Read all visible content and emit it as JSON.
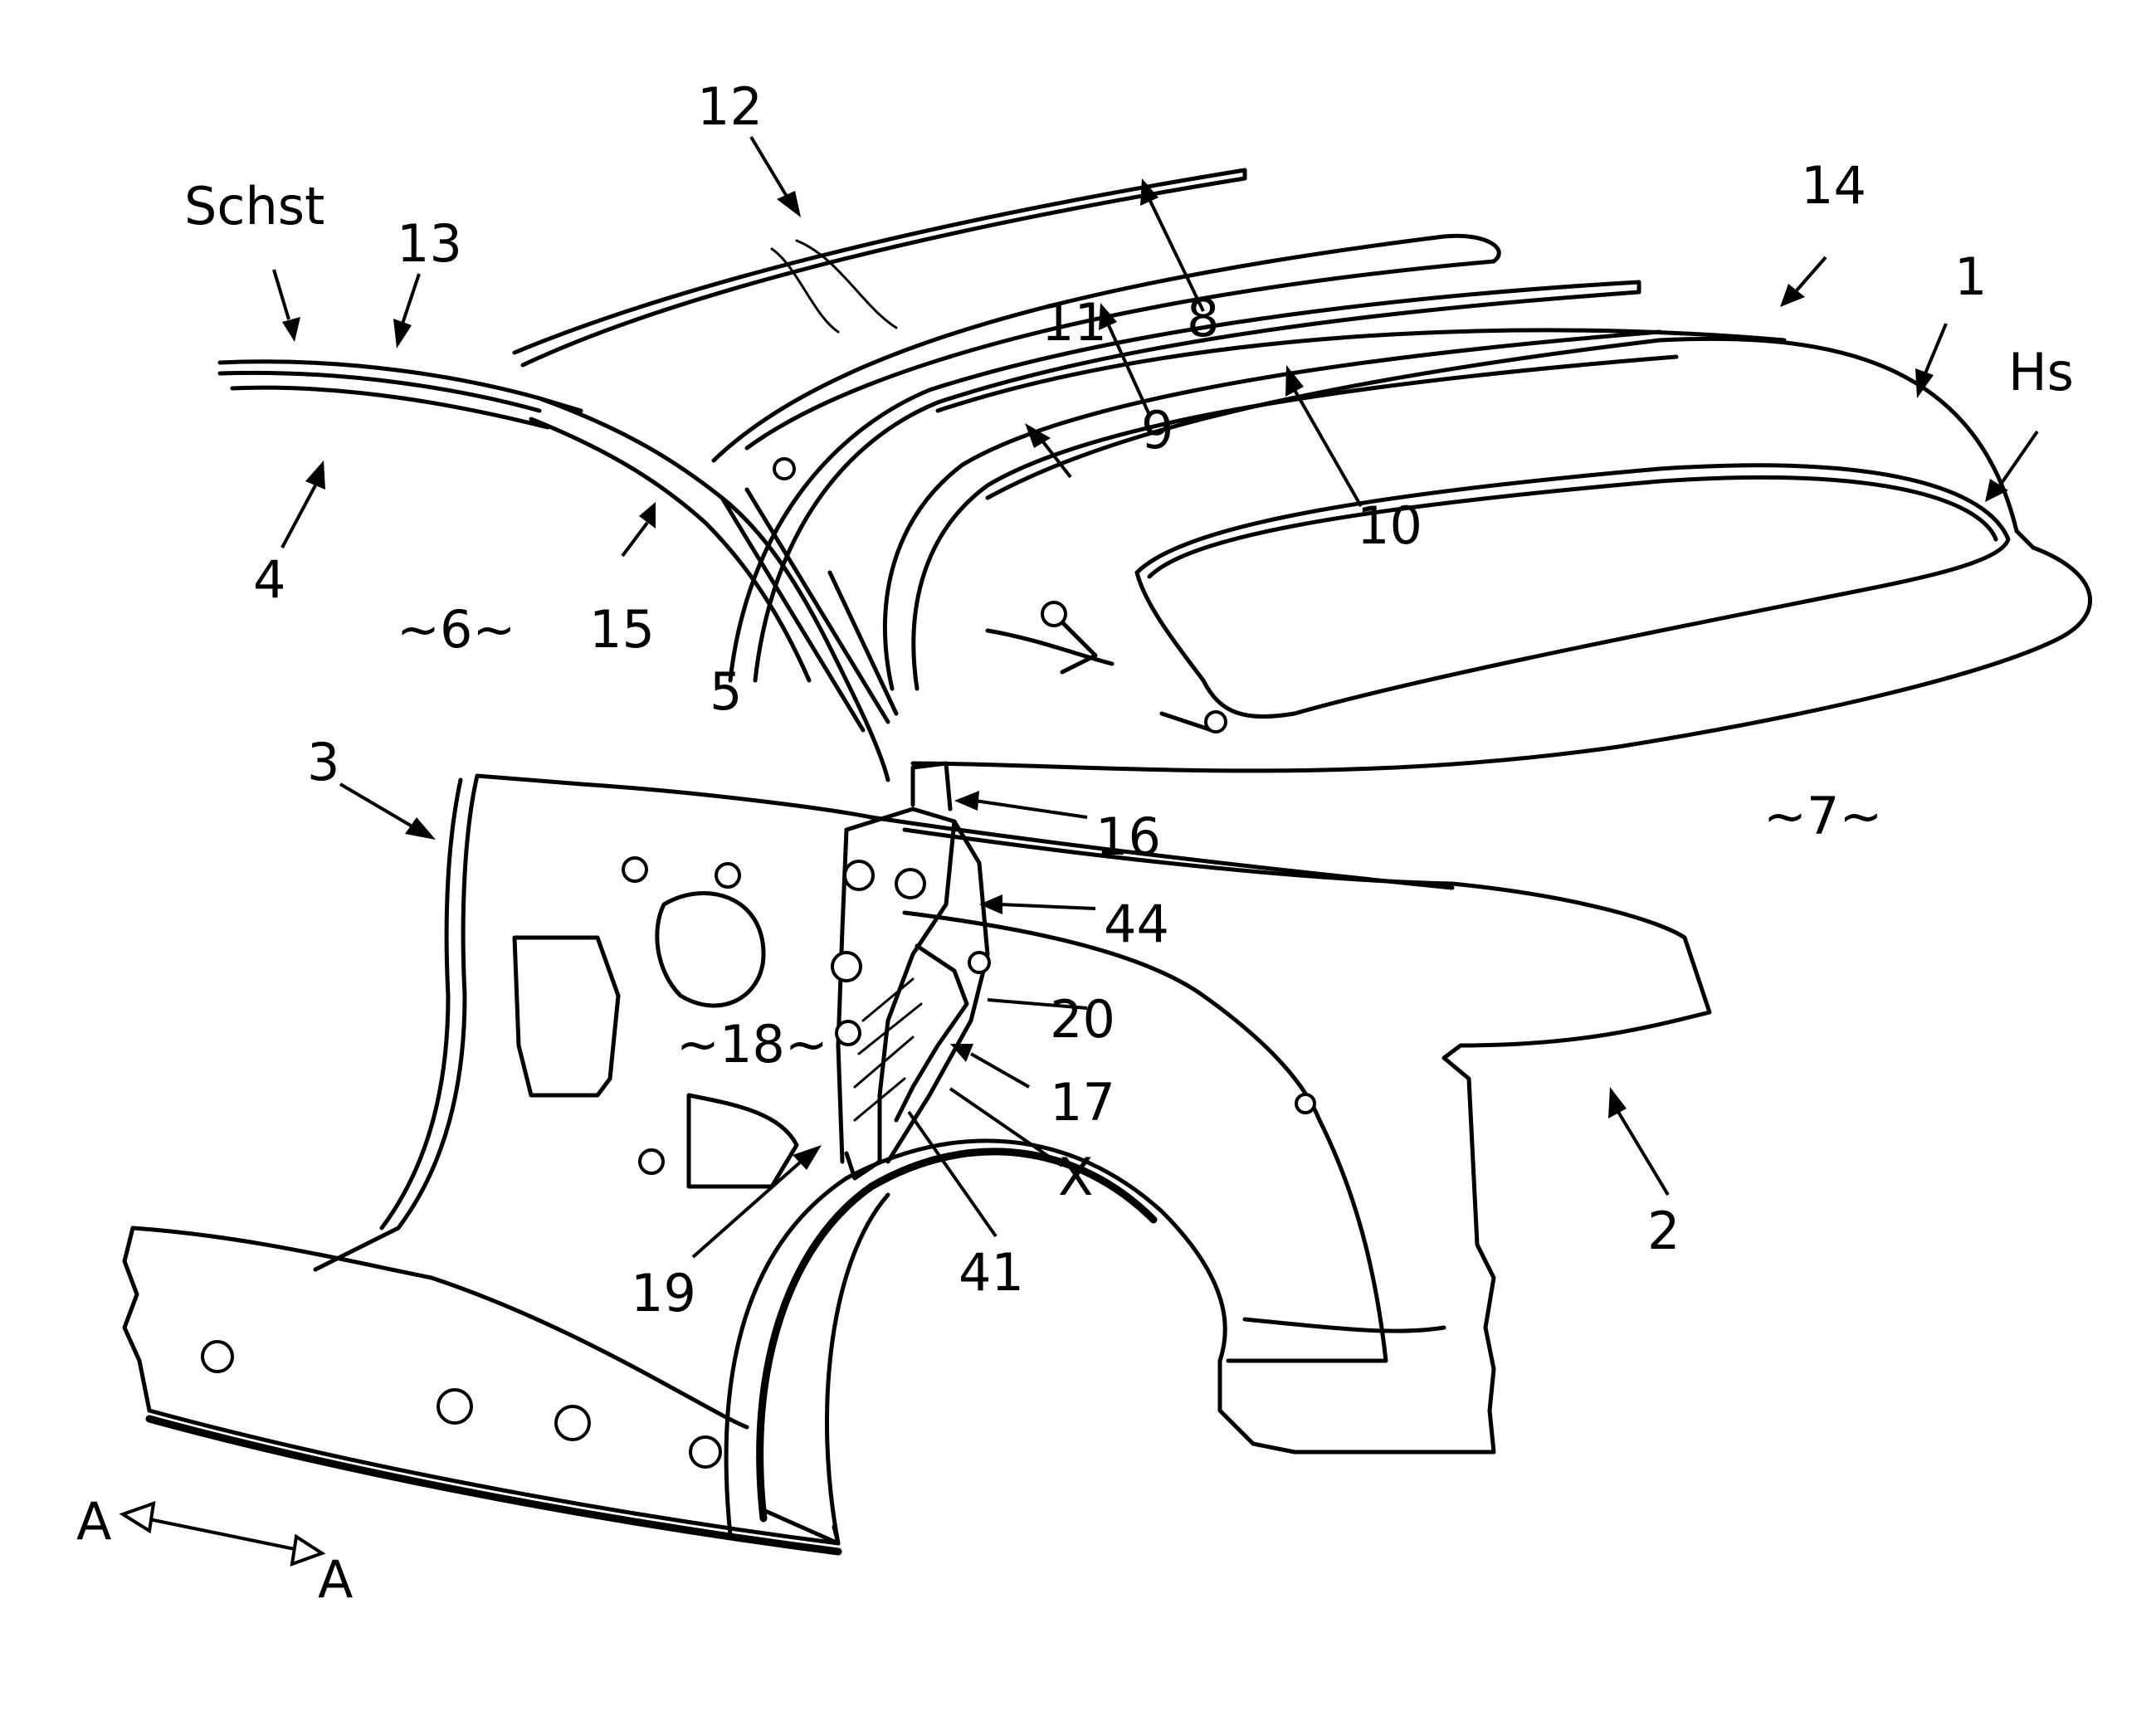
{
  "figure": {
    "colors": {
      "line": "#000000",
      "background": "#ffffff"
    },
    "labels": {
      "schst": "Schst",
      "n13": "13",
      "n12": "12",
      "n8": "8",
      "n9": "9",
      "n11": "11",
      "n10": "10",
      "n14": "14",
      "n1": "1",
      "hs": "Hs",
      "n4": "4",
      "n15": "15",
      "n6": "~6~",
      "n5": "5",
      "n3": "3",
      "n16": "16",
      "n7": "~7~",
      "n44": "44",
      "n20": "20",
      "n18": "~18~",
      "n17": "17",
      "x": "X",
      "n41": "41",
      "n19": "19",
      "n2": "2",
      "a_left": "A",
      "a_right": "A"
    }
  }
}
